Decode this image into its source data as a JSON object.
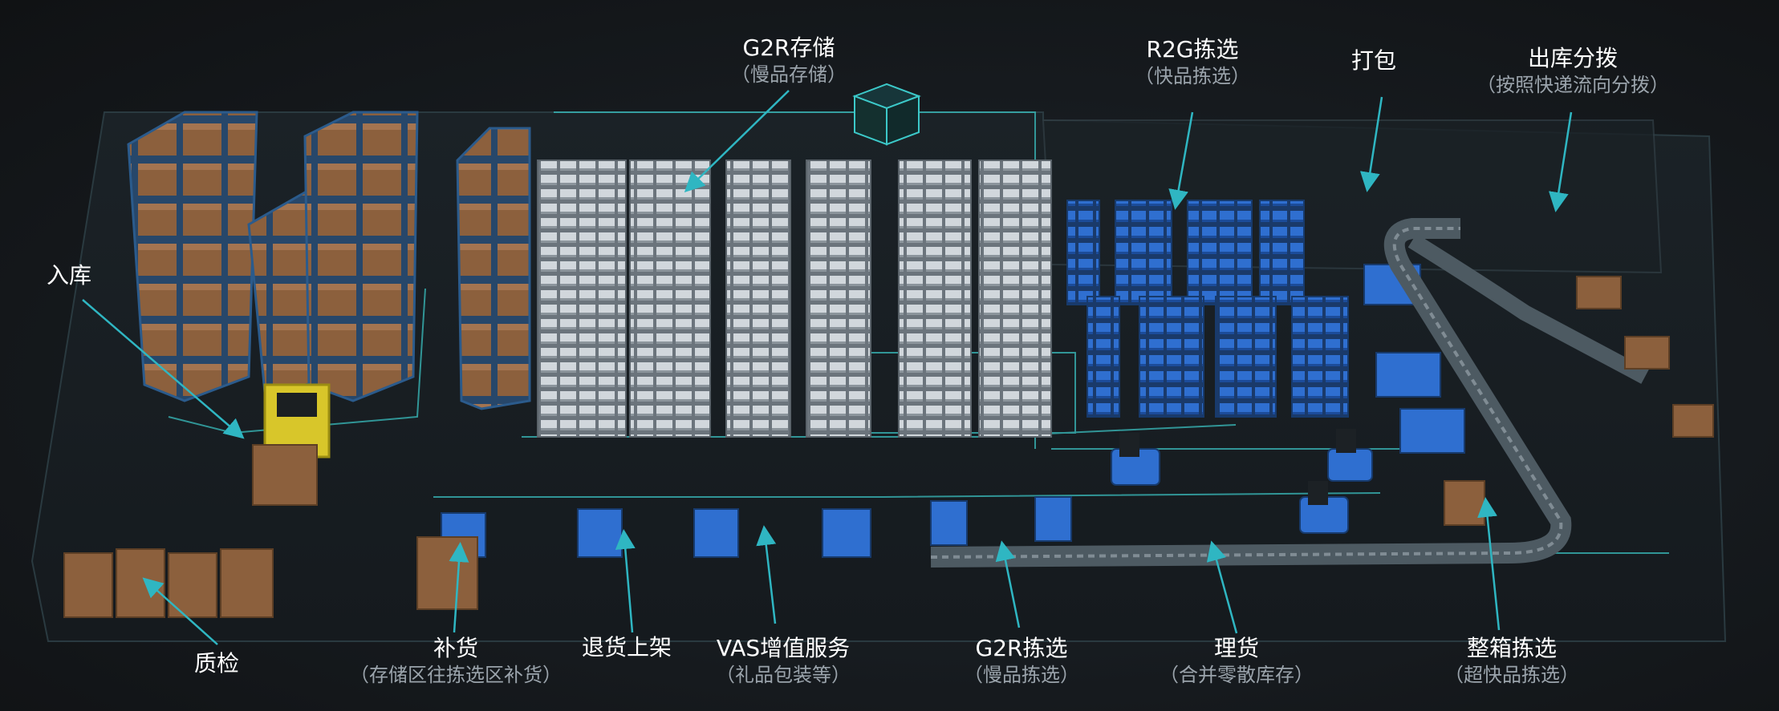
{
  "image": {
    "background_color": "#141619",
    "arrow_color": "#2fb6c2",
    "accent_colors": {
      "rack_blue": "#2f6fd0",
      "rack_silver": "#c9d0d6",
      "carton": "#8a5f3c",
      "forklift": "#d8c62a",
      "floor_line": "#3cc9c9"
    }
  },
  "labels": {
    "g2r_storage": {
      "name": "G2R存储",
      "sub": "（慢品存储）"
    },
    "r2g_picking": {
      "name": "R2G拣选",
      "sub": "（快品拣选）"
    },
    "packing": {
      "name": "打包"
    },
    "outbound_sorting": {
      "name": "出库分拨",
      "sub": "（按照快递流向分拨）"
    },
    "inbound": {
      "name": "入库"
    },
    "quality_check": {
      "name": "质检"
    },
    "replenishment": {
      "name": "补货",
      "sub": "（存储区往拣选区补货）"
    },
    "returns_shelving": {
      "name": "退货上架"
    },
    "vas": {
      "name": "VAS增值服务",
      "sub": "（礼品包装等）"
    },
    "g2r_picking": {
      "name": "G2R拣选",
      "sub": "（慢品拣选）"
    },
    "consolidation": {
      "name": "理货",
      "sub": "（合并零散库存）"
    },
    "case_picking": {
      "name": "整箱拣选",
      "sub": "（超快品拣选）"
    }
  }
}
